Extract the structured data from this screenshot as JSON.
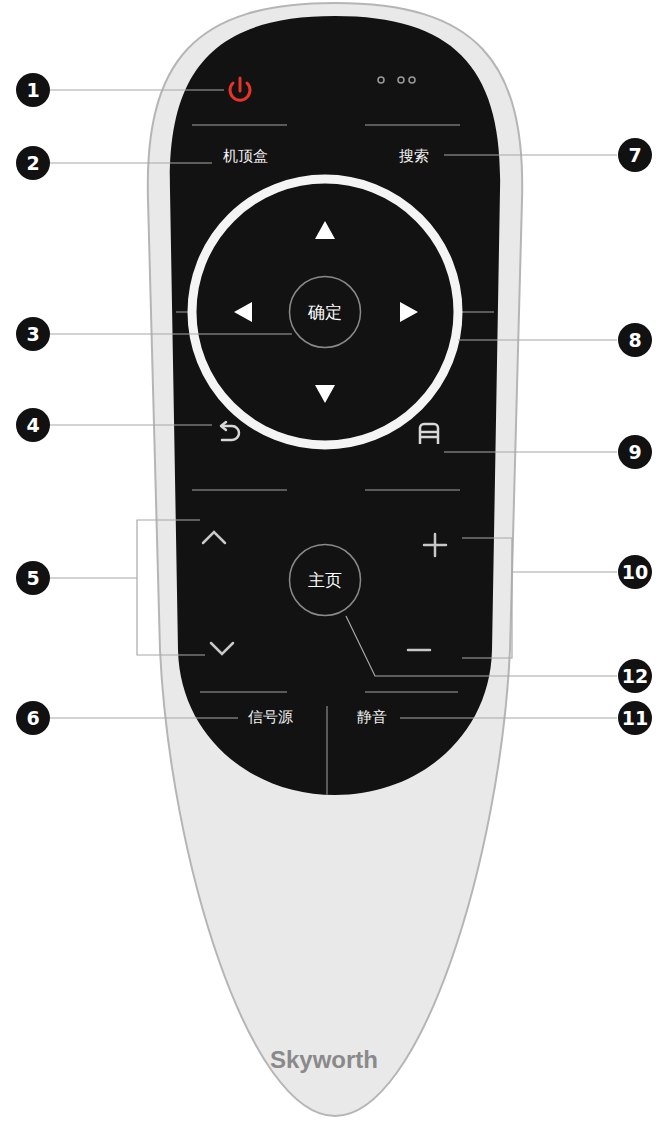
{
  "diagram": {
    "nodes": [
      {
        "text": [
          "确定"
        ]
      },
      {
        "text": [
          "主页"
        ]
      }
    ],
    "labels": [
      "1",
      "机顶盒",
      "2",
      "搜索",
      "7",
      "3",
      "8",
      "4",
      "9",
      "5",
      "10",
      "12",
      "6",
      "信号源",
      "静音",
      "11",
      "Skyworth"
    ]
  }
}
